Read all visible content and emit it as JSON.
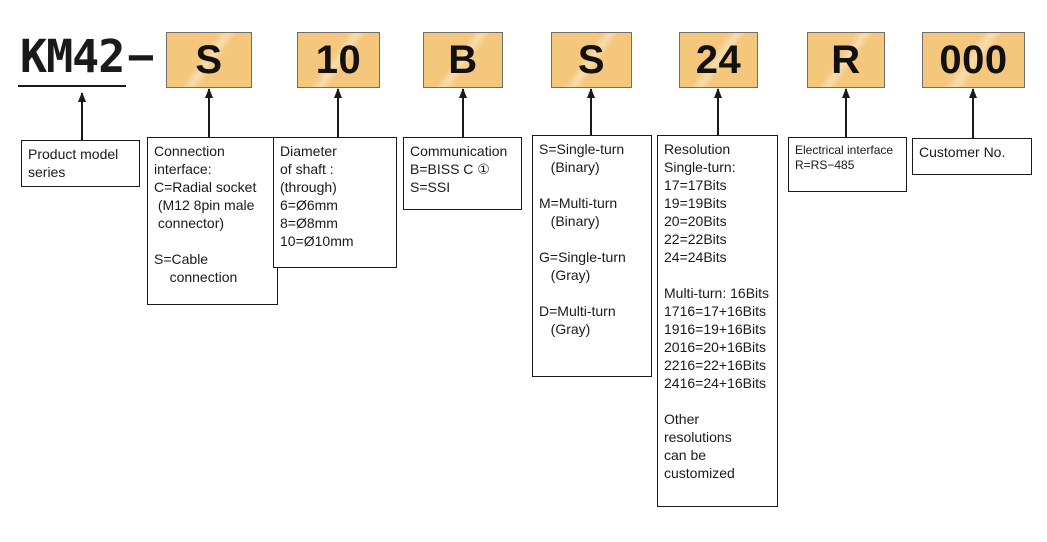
{
  "product": {
    "code": "KM42",
    "dash": "−",
    "description": "Product model\nseries"
  },
  "segments": [
    {
      "code": "S",
      "description": "Connection\ninterface:\nC=Radial socket\n (M12 8pin male\n connector)\n\nS=Cable\n    connection"
    },
    {
      "code": "10",
      "description": "Diameter\nof shaft :\n(through)\n6=Ø6mm\n8=Ø8mm\n10=Ø10mm"
    },
    {
      "code": "B",
      "description": "Communication\nB=BISS C ①\nS=SSI"
    },
    {
      "code": "S",
      "description": "S=Single-turn\n   (Binary)\n\nM=Multi-turn\n   (Binary)\n\nG=Single-turn\n   (Gray)\n\nD=Multi-turn\n   (Gray)"
    },
    {
      "code": "24",
      "description": "Resolution\nSingle-turn:\n17=17Bits\n19=19Bits\n20=20Bits\n22=22Bits\n24=24Bits\n\nMulti-turn: 16Bits\n1716=17+16Bits\n1916=19+16Bits\n2016=20+16Bits\n2216=22+16Bits\n2416=24+16Bits\n\nOther\nresolutions\ncan be\ncustomized"
    },
    {
      "code": "R",
      "description": "Electrical interface\nR=RS−485"
    },
    {
      "code": "000",
      "description": "Customer No."
    }
  ],
  "colors": {
    "code_box_fill": "#F5C77D",
    "code_box_border": "#6E6E6E",
    "line_color": "#1A1A1A"
  }
}
